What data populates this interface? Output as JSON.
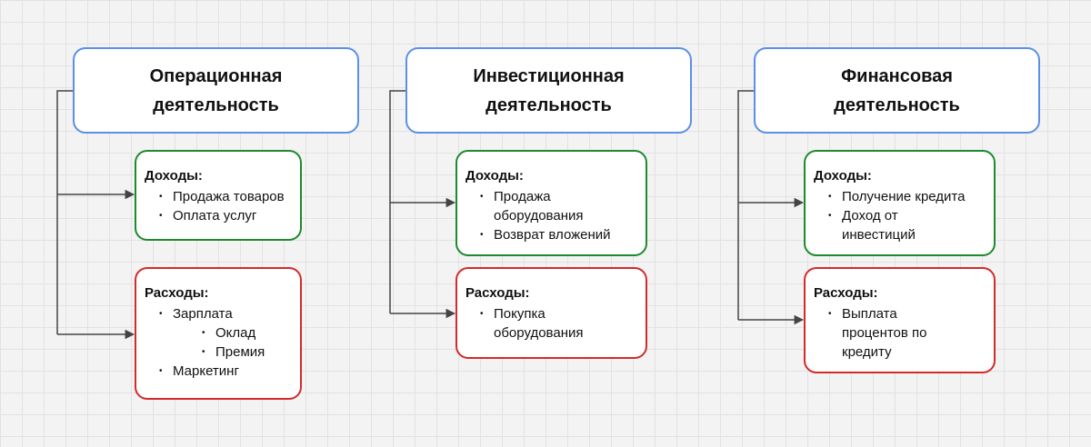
{
  "columns": [
    {
      "title": "Операционная деятельность",
      "income": {
        "label": "Доходы:",
        "items": [
          "Продажа товаров",
          "Оплата услуг"
        ]
      },
      "expense": {
        "label": "Расходы:",
        "items": [
          "Зарплата",
          "Оклад",
          "Премия",
          "Маркетинг"
        ]
      }
    },
    {
      "title": "Инвестиционная деятельность",
      "income": {
        "label": "Доходы:",
        "items": [
          "Продажа оборудования",
          "Возврат вложений"
        ]
      },
      "expense": {
        "label": "Расходы:",
        "items": [
          "Покупка оборудования"
        ]
      }
    },
    {
      "title": "Финансовая деятельность",
      "income": {
        "label": "Доходы:",
        "items": [
          "Получение кредита",
          "Доход от инвестиций"
        ]
      },
      "expense": {
        "label": "Расходы:",
        "items": [
          "Выплата процентов по кредиту"
        ]
      }
    }
  ],
  "colors": {
    "header_border": "#5b8fe8",
    "income_border": "#1d8a2c",
    "expense_border": "#d42a2a",
    "connector": "#444444",
    "grid": "#e2e2e2",
    "background": "#f3f3f3"
  }
}
